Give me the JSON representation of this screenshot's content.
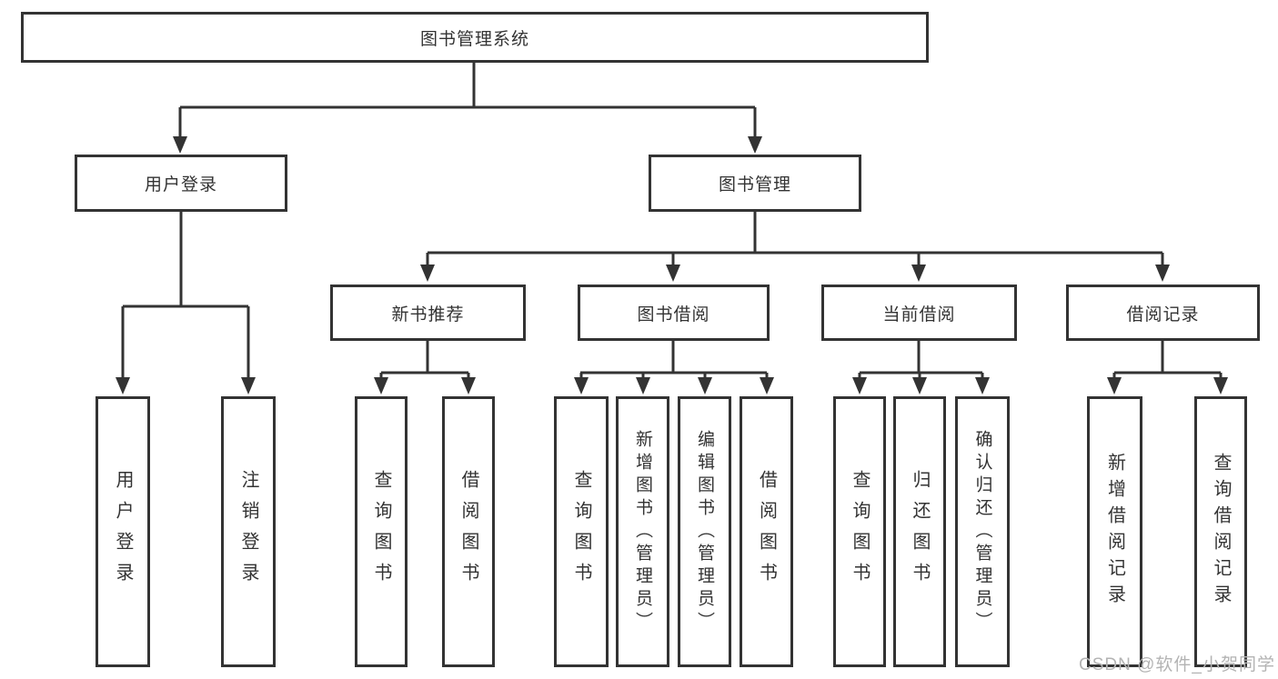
{
  "diagram_type": "org-tree",
  "colors": {
    "background": "#ffffff",
    "line": "#333333",
    "box_border": "#333333",
    "text": "#333333",
    "watermark": "#b3b3b3"
  },
  "watermark": {
    "text": "CSDN @软件_小贺同学"
  },
  "tree": {
    "label": "图书管理系统",
    "children": [
      {
        "label": "用户登录",
        "children": [
          {
            "label": "用户登录"
          },
          {
            "label": "注销登录"
          }
        ]
      },
      {
        "label": "图书管理",
        "children": [
          {
            "label": "新书推荐",
            "children": [
              {
                "label": "查询图书"
              },
              {
                "label": "借阅图书"
              }
            ]
          },
          {
            "label": "图书借阅",
            "children": [
              {
                "label": "查询图书"
              },
              {
                "label": "新增图书（管理员）"
              },
              {
                "label": "编辑图书（管理员）"
              },
              {
                "label": "借阅图书"
              }
            ]
          },
          {
            "label": "当前借阅",
            "children": [
              {
                "label": "查询图书"
              },
              {
                "label": "归还图书"
              },
              {
                "label": "确认归还（管理员）"
              }
            ]
          },
          {
            "label": "借阅记录",
            "children": [
              {
                "label": "新增借阅记录"
              },
              {
                "label": "查询借阅记录"
              }
            ]
          }
        ]
      }
    ]
  }
}
